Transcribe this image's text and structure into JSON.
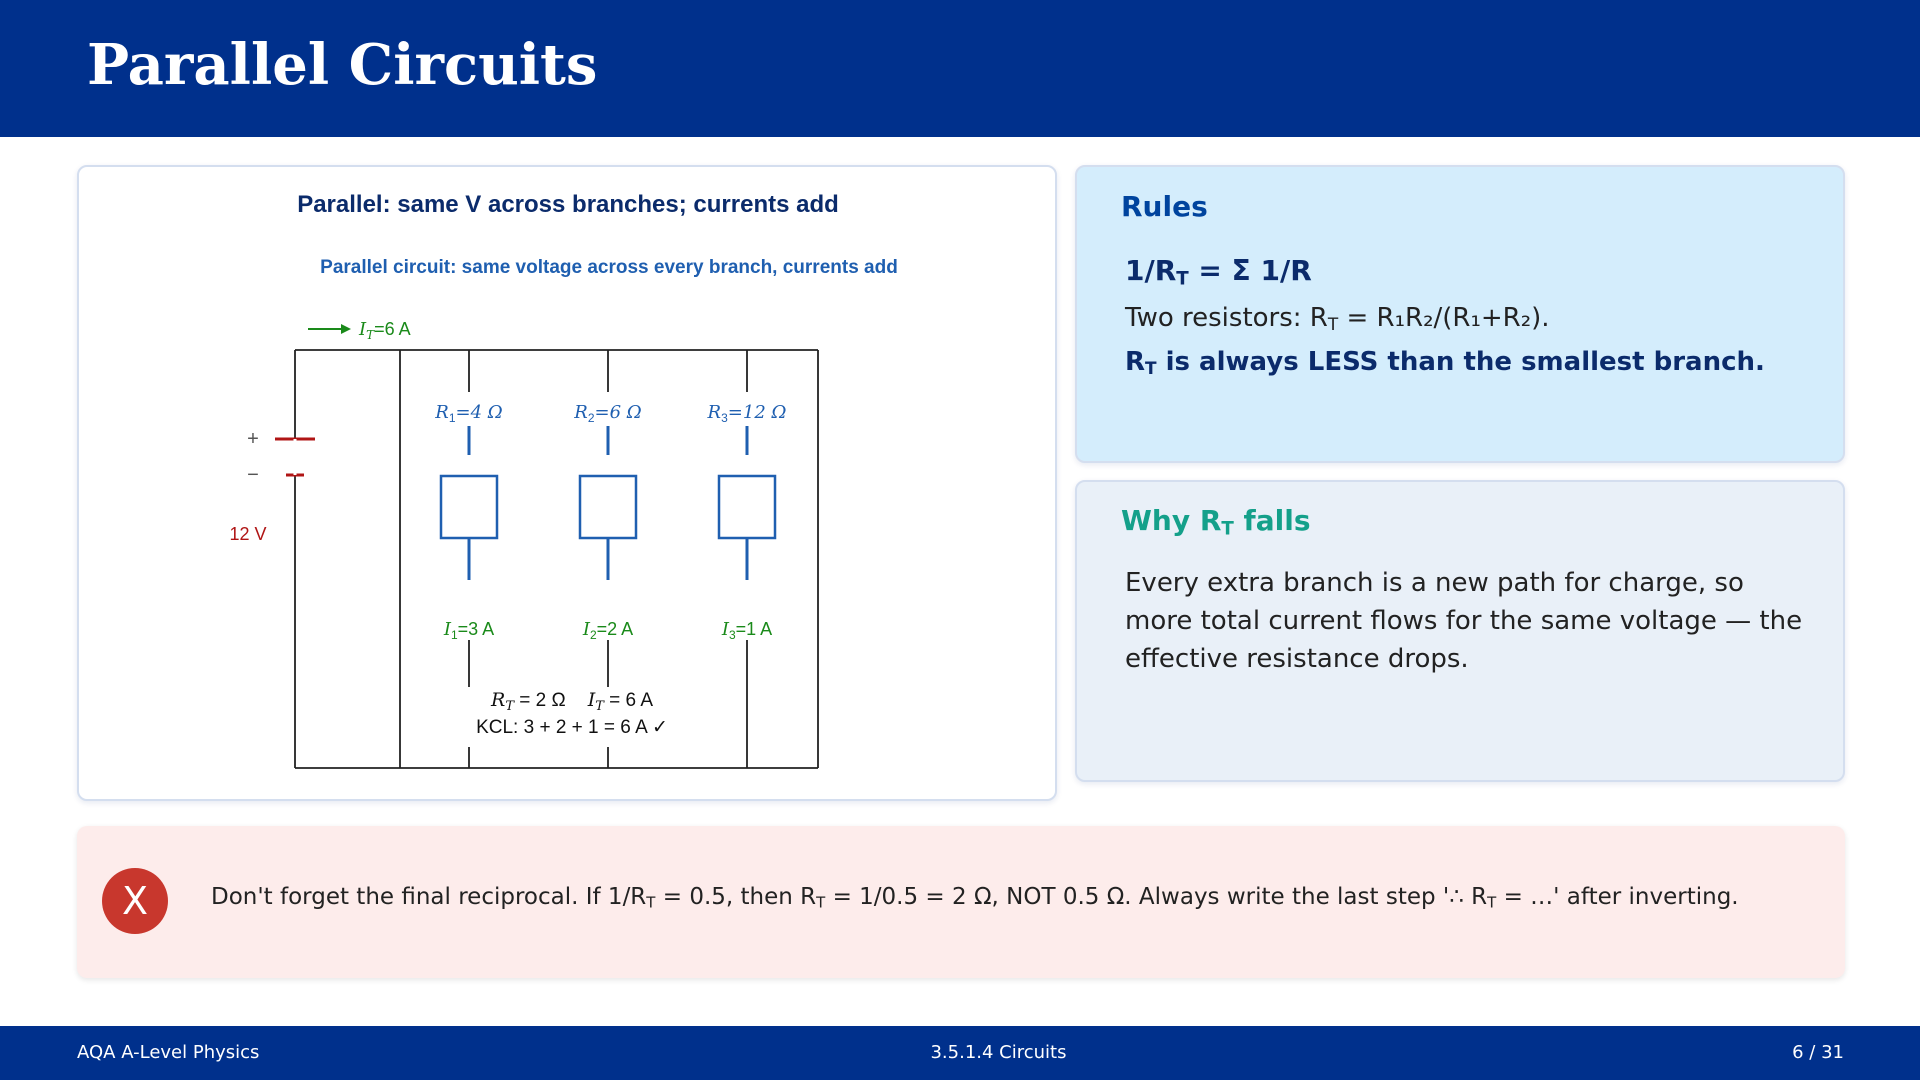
{
  "slide": {
    "title": "Parallel Circuits"
  },
  "diagram": {
    "card_title": "Parallel: same V across branches; currents add",
    "caption": "Parallel circuit: same voltage across every branch, currents add",
    "total_current_sym": "I",
    "total_current_sub": "T",
    "total_current_val": "=6 A",
    "battery_plus": "+",
    "battery_minus": "−",
    "battery_voltage": "12 V",
    "branches": [
      {
        "r_sym": "R",
        "r_sub": "1",
        "r_val": "=4 Ω",
        "i_sym": "I",
        "i_sub": "1",
        "i_val": "=3 A"
      },
      {
        "r_sym": "R",
        "r_sub": "2",
        "r_val": "=6 Ω",
        "i_sym": "I",
        "i_sub": "2",
        "i_val": "=2 A"
      },
      {
        "r_sym": "R",
        "r_sub": "3",
        "r_val": "=12 Ω",
        "i_sym": "I",
        "i_sub": "3",
        "i_val": "=1 A"
      }
    ],
    "summary_rt_sub": "T",
    "summary_rt_val": " = 2 Ω",
    "summary_it_sub": "T",
    "summary_it_val": " = 6 A",
    "summary_kcl": "KCL: 3 + 2 + 1 = 6 A ✓"
  },
  "rules": {
    "title": "Rules",
    "line1_a": "1/R",
    "line1_sub": "T",
    "line1_b": " = Σ 1/R",
    "line2_a": "Two resistors: R",
    "line2_sub": "T",
    "line2_b": " = R₁R₂/(R₁+R₂).",
    "line3_a": "R",
    "line3_sub": "T",
    "line3_b": " is always LESS than the smallest branch."
  },
  "why": {
    "title_a": "Why R",
    "title_sub": "T",
    "title_b": " falls",
    "body": "Every extra branch is a new path for charge, so more total current flows for the same voltage — the effective resistance drops."
  },
  "warning": {
    "icon": "X",
    "text_a": "Don't forget the final reciprocal. If 1/R",
    "sub1": "T",
    "text_b": " = 0.5, then R",
    "sub2": "T",
    "text_c": " = 1/0.5 = 2 Ω, NOT 0.5 Ω. Always write the last step '∴ R",
    "sub3": "T",
    "text_d": " = …' after inverting."
  },
  "footer": {
    "left": "AQA A-Level Physics",
    "center": "3.5.1.4  Circuits",
    "right": "6 / 31"
  },
  "colors": {
    "header_bg": "#00308c",
    "resistor_blue": "#1f5fb0",
    "current_green": "#1a8a1a",
    "battery_red": "#b01515"
  }
}
